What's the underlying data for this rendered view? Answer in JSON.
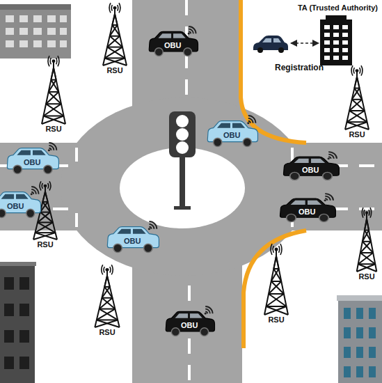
{
  "diagram": {
    "nodes": [
      {
        "text": [
          "RSU"
        ]
      },
      {
        "text": [
          "TA (Trusted Authority)"
        ]
      },
      {
        "text": [
          "OBU"
        ]
      },
      {
        "text": [
          "RSU"
        ]
      },
      {
        "text": [
          "RSU"
        ]
      },
      {
        "text": [
          "OBU"
        ]
      },
      {
        "text": [
          "OBU"
        ]
      },
      {
        "text": [
          "OBU"
        ]
      },
      {
        "text": [
          "RSU"
        ]
      },
      {
        "text": [
          "OBU"
        ]
      },
      {
        "text": [
          "OBU"
        ]
      },
      {
        "text": [
          "OBU"
        ]
      },
      {
        "text": [
          "RSU"
        ]
      },
      {
        "text": [
          "RSU"
        ]
      },
      {
        "text": [
          "RSU"
        ]
      },
      {
        "text": [
          "OBU"
        ]
      }
    ],
    "labels": [
      "Registration"
    ]
  }
}
